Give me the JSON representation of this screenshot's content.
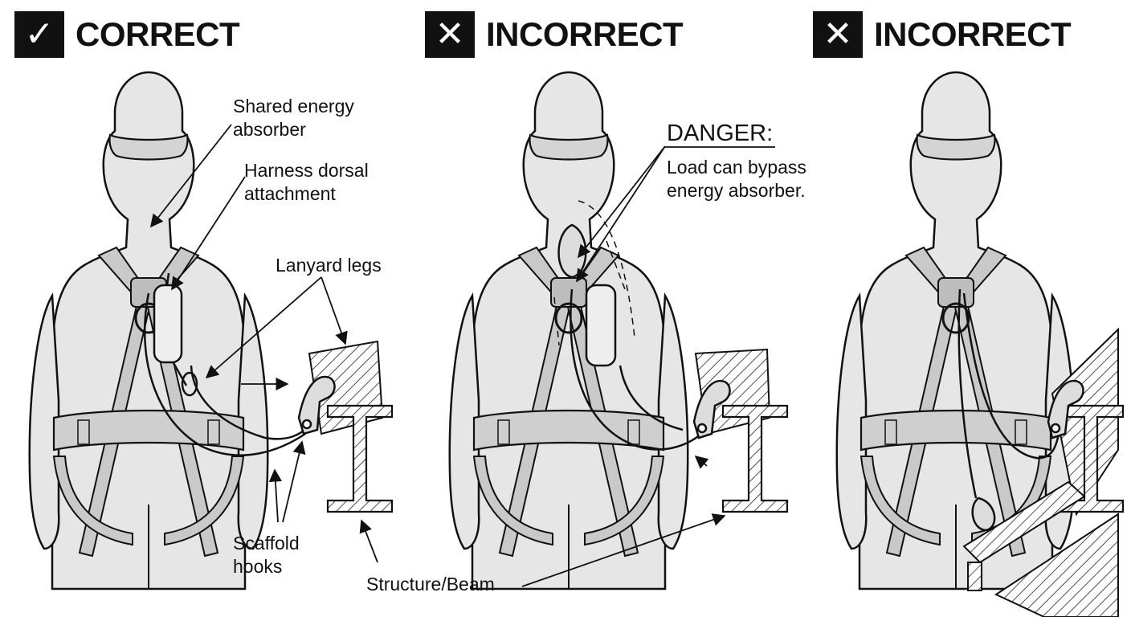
{
  "panels": [
    {
      "verdict": "correct",
      "symbol": "✓",
      "heading": "CORRECT"
    },
    {
      "verdict": "incorrect",
      "symbol": "✕",
      "heading": "INCORRECT"
    },
    {
      "verdict": "incorrect",
      "symbol": "✕",
      "heading": "INCORRECT"
    }
  ],
  "labels": {
    "shared_absorber": "Shared energy absorber",
    "shared_absorber_line1": "Shared energy",
    "shared_absorber_line2": "absorber",
    "dorsal_line1": "Harness dorsal",
    "dorsal_line2": "attachment",
    "lanyard_legs": "Lanyard legs",
    "scaffold_line1": "Scaffold",
    "scaffold_line2": "hooks",
    "structure_beam": "Structure/Beam",
    "danger_title": "DANGER:",
    "danger_line1": "Load can bypass",
    "danger_line2": "energy absorber."
  },
  "colors": {
    "ink": "#111111",
    "figure_fill": "#e6e6e6",
    "strap_fill": "#c9c9c9",
    "badge_bg": "#111111",
    "badge_fg": "#ffffff"
  },
  "icons": [
    "check-icon",
    "x-icon",
    "x-icon"
  ]
}
